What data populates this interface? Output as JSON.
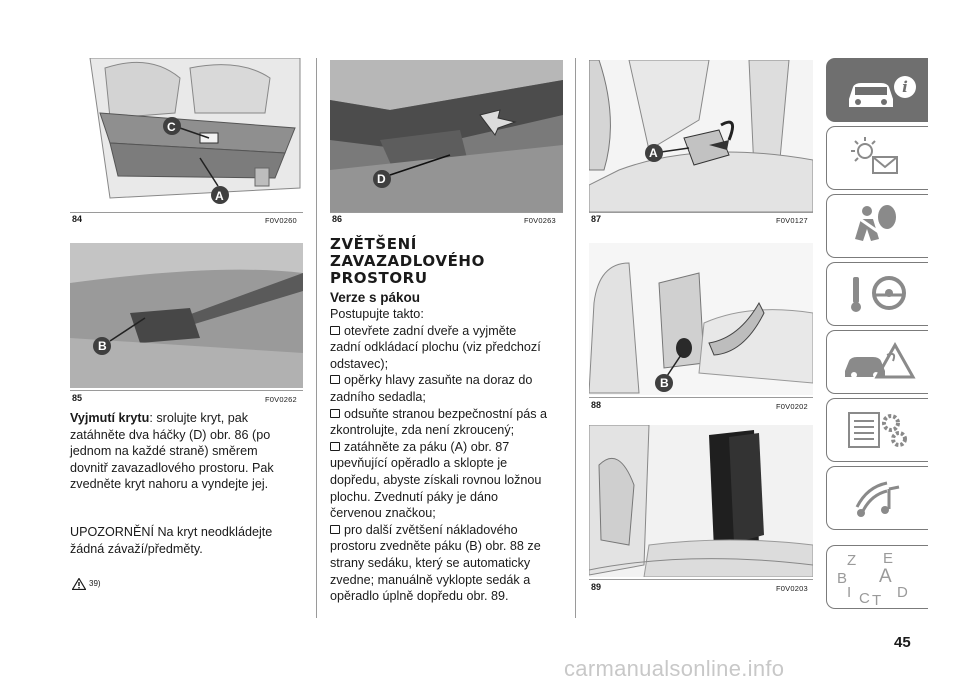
{
  "figures": {
    "f84": {
      "num": "84",
      "code": "F0V0260",
      "labels": [
        "C",
        "A"
      ]
    },
    "f85": {
      "num": "85",
      "code": "F0V0262",
      "labels": [
        "B"
      ]
    },
    "f86": {
      "num": "86",
      "code": "F0V0263",
      "labels": [
        "D"
      ]
    },
    "f87": {
      "num": "87",
      "code": "F0V0127",
      "labels": [
        "A"
      ]
    },
    "f88": {
      "num": "88",
      "code": "F0V0202",
      "labels": [
        "B"
      ]
    },
    "f89": {
      "num": "89",
      "code": "F0V0203",
      "labels": []
    }
  },
  "left": {
    "removal_title": "Vyjmutí krytu",
    "removal_text_1": ": srolujte kryt, pak",
    "lines": [
      "zatáhněte dva háčky (D) obr. 86 (po",
      "jednom na každé straně) směrem",
      "dovnitř zavazadlového prostoru. Pak",
      "zvedněte kryt nahoru a vyndejte jej."
    ],
    "warning_lines": [
      "UPOZORNĚNÍ Na kryt neodkládejte",
      "žádná závaží/předměty."
    ],
    "note_ref": "39)"
  },
  "middle": {
    "heading_lines": [
      "ZVĚTŠENÍ",
      "ZAVAZADLOVÉHO",
      "PROSTORU"
    ],
    "subheading": "Verze s pákou",
    "intro": "Postupujte takto:",
    "bullets": [
      [
        "otevřete zadní dveře a vyjměte",
        "zadní odkládací plochu (viz předchozí",
        "odstavec);"
      ],
      [
        "opěrky hlavy zasuňte na doraz do",
        "zadního sedadla;"
      ],
      [
        "odsuňte stranou bezpečnostní pás a",
        "zkontrolujte, zda není zkroucený;"
      ],
      [
        "zatáhněte za páku (A) obr. 87",
        "upevňující opěradlo a sklopte je",
        "dopředu, abyste získali rovnou ložnou",
        "plochu. Zvednutí páky je dáno",
        "červenou značkou;"
      ],
      [
        "pro další zvětšení nákladového",
        "prostoru zvedněte páku (B) obr. 88 ze",
        "strany sedáku, který se automaticky",
        "zvedne; manuálně vyklopte sedák a",
        "opěradlo úplně dopředu obr. 89."
      ]
    ]
  },
  "page_number": "45",
  "watermark": "carmanualsonline.info",
  "sidebar": {
    "tabs": [
      "car-info",
      "warning-lights",
      "safety",
      "starting-driving",
      "emergency",
      "maintenance",
      "multimedia",
      "index"
    ],
    "index_letters": [
      "Z",
      "E",
      "B",
      "A",
      "I",
      "D",
      "C",
      "T"
    ]
  }
}
